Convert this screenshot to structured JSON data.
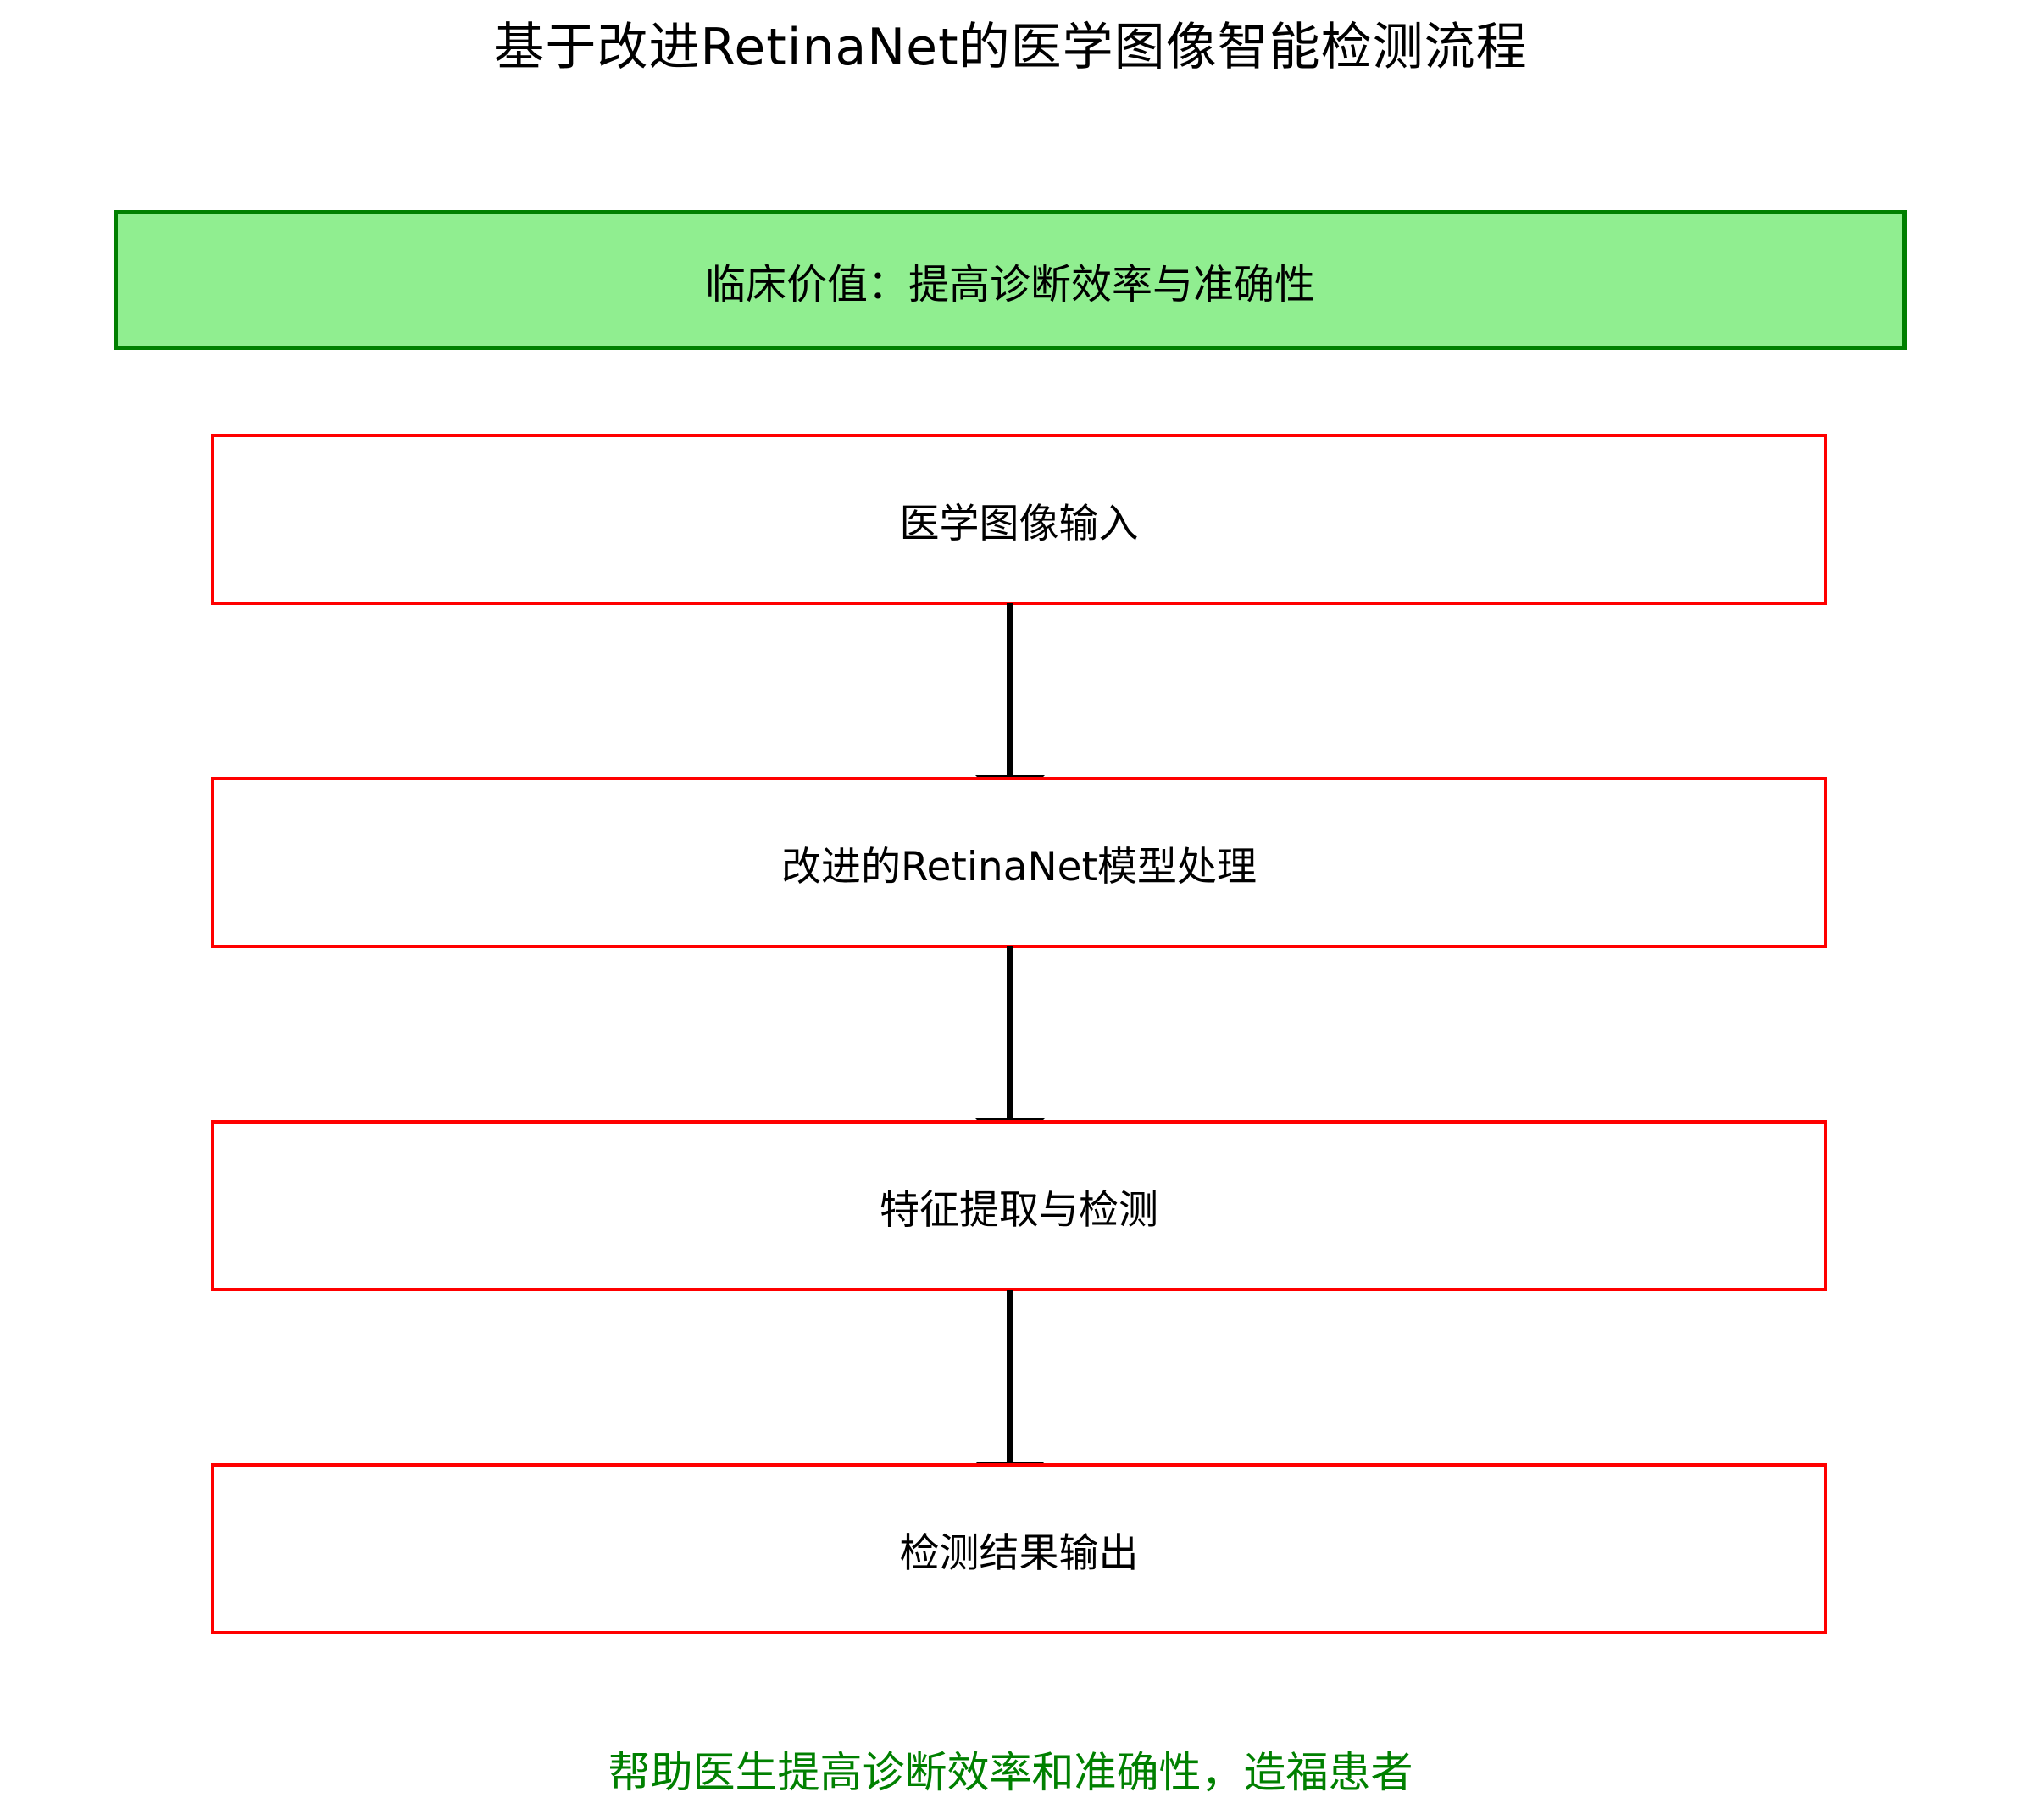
{
  "title": "基于改进RetinaNet的医学图像智能检测流程",
  "banner": {
    "text": "临床价值：提高诊断效率与准确性"
  },
  "steps": [
    {
      "label": "医学图像输入"
    },
    {
      "label": "改进的RetinaNet模型处理"
    },
    {
      "label": "特征提取与检测"
    },
    {
      "label": "检测结果输出"
    }
  ],
  "arrows": [
    {
      "from": "医学图像输入",
      "to": "改进的RetinaNet模型处理"
    },
    {
      "from": "改进的RetinaNet模型处理",
      "to": "特征提取与检测"
    },
    {
      "from": "特征提取与检测",
      "to": "检测结果输出"
    }
  ],
  "footer": {
    "text": "帮助医生提高诊断效率和准确性，造福患者"
  },
  "colors": {
    "banner_fill": "#90EE90",
    "banner_border": "#008000",
    "step_border": "#FF0000",
    "step_fill": "#FFFFFF",
    "arrow": "#000000",
    "footer_text": "#008000",
    "title_text": "#000000"
  }
}
